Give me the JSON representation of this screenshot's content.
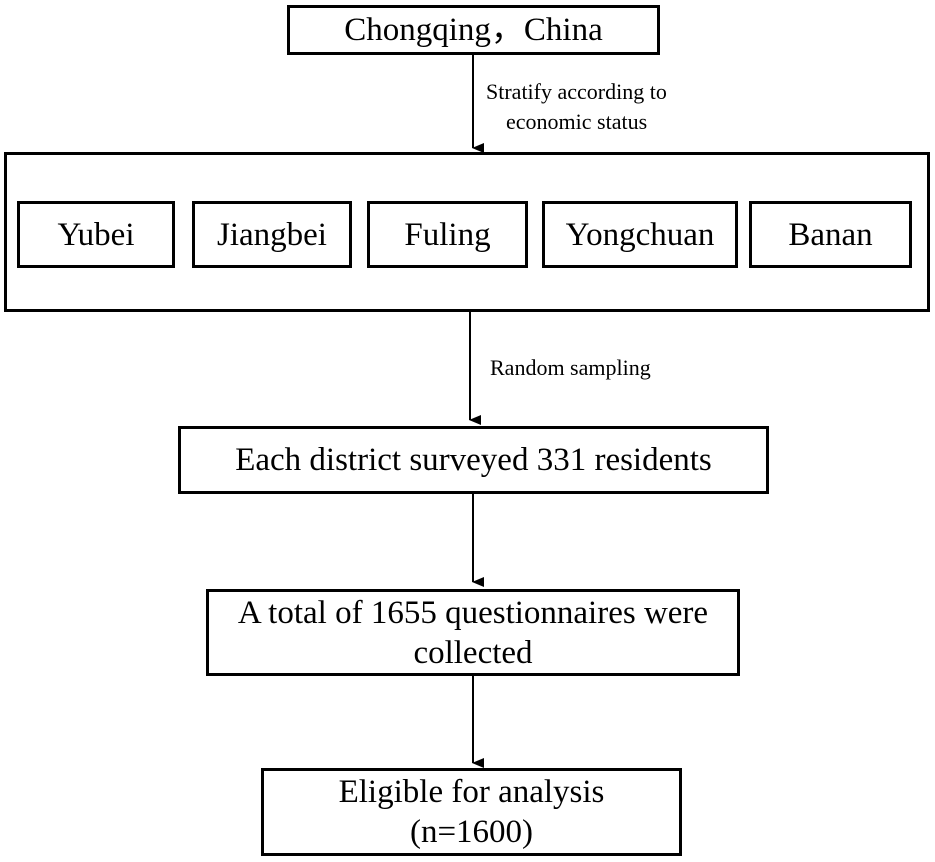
{
  "root": {
    "label": "Chongqing，China"
  },
  "edge_labels": {
    "stratify_line1": "Stratify according to",
    "stratify_line2": "economic status",
    "random_sampling": "Random sampling"
  },
  "districts": [
    {
      "label": "Yubei"
    },
    {
      "label": "Jiangbei"
    },
    {
      "label": "Fuling"
    },
    {
      "label": "Yongchuan"
    },
    {
      "label": "Banan"
    }
  ],
  "steps": {
    "surveyed": "Each district surveyed 331 residents",
    "collected_line1": "A total of 1655 questionnaires were",
    "collected_line2": "collected",
    "eligible_line1": "Eligible for analysis",
    "eligible_line2": "(n=1600)"
  }
}
